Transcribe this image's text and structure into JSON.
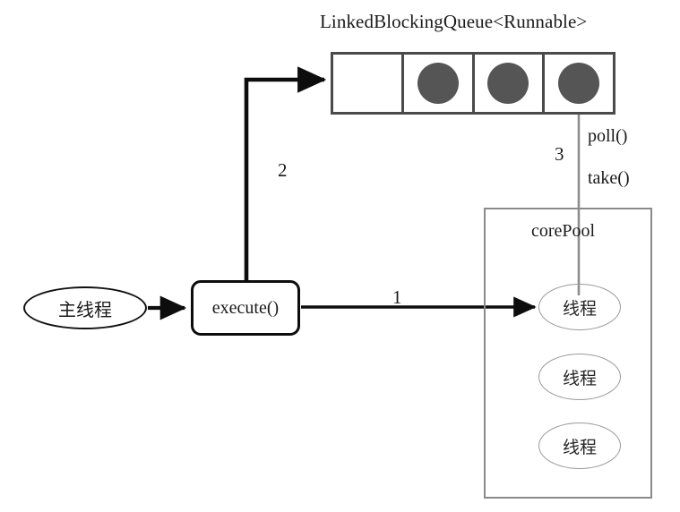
{
  "diagram": {
    "title": "LinkedBlockingQueue<Runnable>",
    "queue": {
      "label": "LinkedBlockingQueue<Runnable>",
      "cells": [
        {
          "name": "queue-slot-empty",
          "filled": false
        },
        {
          "name": "queue-slot-task",
          "filled": true
        },
        {
          "name": "queue-slot-task",
          "filled": true
        },
        {
          "name": "queue-slot-task",
          "filled": true
        }
      ],
      "task_color": "#555555",
      "border_color": "#4a4a4a"
    },
    "main_thread": {
      "label": "主线程"
    },
    "execute": {
      "label": "execute()"
    },
    "core_pool": {
      "label": "corePool",
      "threads": [
        {
          "label": "线程"
        },
        {
          "label": "线程"
        },
        {
          "label": "线程"
        }
      ],
      "border_color": "#8a8a8a"
    },
    "edges": {
      "submit_label": "",
      "enqueue_label": "2",
      "dispatch_label": "1",
      "poll_label": "3",
      "poll_method": "poll()",
      "take_method": "take()",
      "black_stroke": "#0d0d0d",
      "gray_stroke": "#8d8d8d"
    }
  }
}
